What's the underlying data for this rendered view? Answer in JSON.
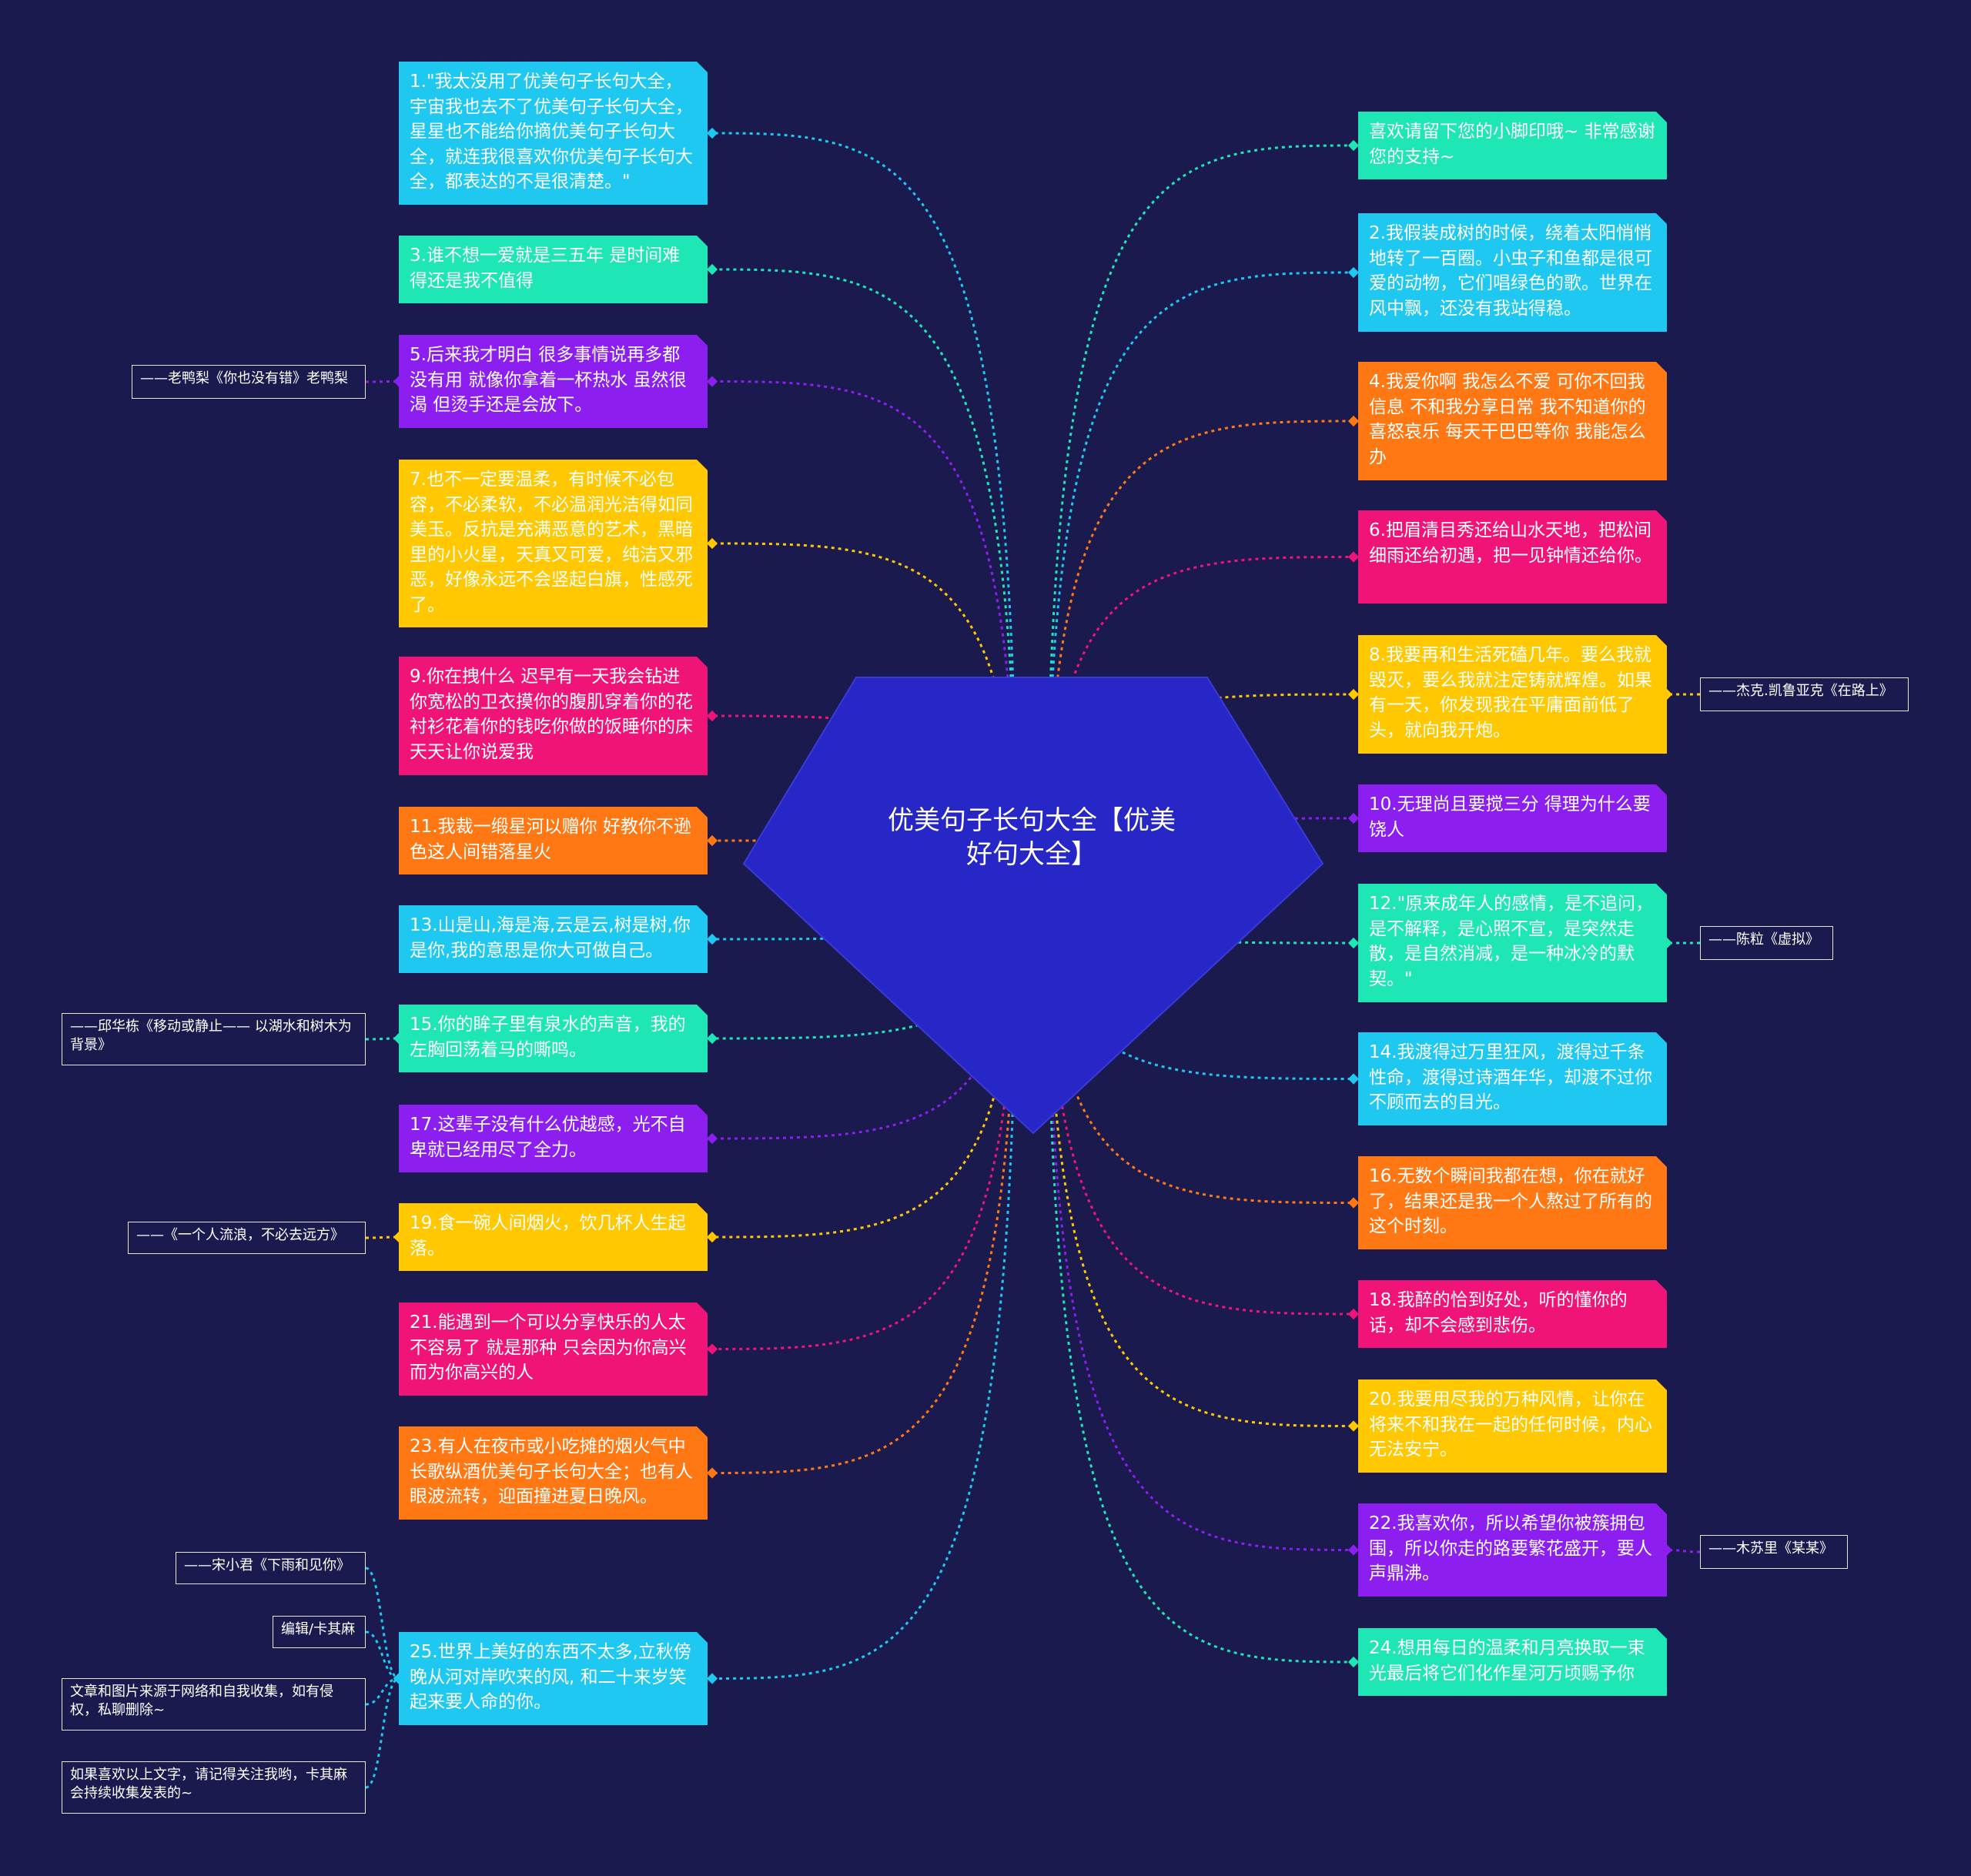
{
  "colors": {
    "background": "#1a1a4f",
    "center": "#2727c8"
  },
  "center": {
    "title": "优美句子长句大全【优美好句大全】"
  },
  "left": [
    {
      "text": "1.\"我太没用了优美句子长句大全，宇宙我也去不了优美句子长句大全，星星也不能给你摘优美句子长句大全，就连我很喜欢你优美句子长句大全，都表达的不是很清楚。\"",
      "color": "#1ec8f0"
    },
    {
      "text": "3.谁不想一爱就是三五年 是时间难得还是我不值得",
      "color": "#1ee6b4"
    },
    {
      "text": "5.后来我才明白 很多事情说再多都没有用 就像你拿着一杯热水 虽然很渴 但烫手还是会放下。",
      "color": "#8c1ef0"
    },
    {
      "text": "7.也不一定要温柔，有时候不必包容，不必柔软，不必温润光洁得如同美玉。反抗是充满恶意的艺术，黑暗里的小火星，天真又可爱，纯洁又邪恶，好像永远不会竖起白旗，性感死了。",
      "color": "#ffc800"
    },
    {
      "text": "9.你在拽什么 迟早有一天我会钻进你宽松的卫衣摸你的腹肌穿着你的花衬衫花着你的钱吃你做的饭睡你的床 天天让你说爱我",
      "color": "#f01478"
    },
    {
      "text": "11.我裁一缎星河以赠你 好教你不逊色这人间错落星火",
      "color": "#ff7814"
    },
    {
      "text": "13.山是山,海是海,云是云,树是树,你是你,我的意思是你大可做自己。",
      "color": "#1ec8f0"
    },
    {
      "text": "15.你的眸子里有泉水的声音，我的左胸回荡着马的嘶鸣。",
      "color": "#1ee6b4"
    },
    {
      "text": "17.这辈子没有什么优越感，光不自卑就已经用尽了全力。",
      "color": "#8c1ef0"
    },
    {
      "text": "19.食一碗人间烟火，饮几杯人生起落。",
      "color": "#ffc800"
    },
    {
      "text": "21.能遇到一个可以分享快乐的人太不容易了 就是那种 只会因为你高兴而为你高兴的人",
      "color": "#f01478"
    },
    {
      "text": "23.有人在夜市或小吃摊的烟火气中长歌纵酒优美句子长句大全；也有人眼波流转，迎面撞进夏日晚风。",
      "color": "#ff7814"
    },
    {
      "text": "25.世界上美好的东西不太多,立秋傍晚从河对岸吹来的风, 和二十来岁笑起来要人命的你。",
      "color": "#1ec8f0"
    }
  ],
  "right": [
    {
      "text": "喜欢请留下您的小脚印哦~ 非常感谢您的支持~",
      "color": "#1ee6b4"
    },
    {
      "text": "2.我假装成树的时候，绕着太阳悄悄地转了一百圈。小虫子和鱼都是很可爱的动物，它们唱绿色的歌。世界在风中飘，还没有我站得稳。",
      "color": "#1ec8f0"
    },
    {
      "text": "4.我爱你啊 我怎么不爱 可你不回我信息 不和我分享日常 我不知道你的喜怒哀乐 每天干巴巴等你 我能怎么办",
      "color": "#ff7814"
    },
    {
      "text": "6.把眉清目秀还给山水天地，把松间细雨还给初遇，把一见钟情还给你。",
      "color": "#f01478"
    },
    {
      "text": "8.我要再和生活死磕几年。要么我就毁灭，要么我就注定铸就辉煌。如果有一天，你发现我在平庸面前低了头，就向我开炮。",
      "color": "#ffc800"
    },
    {
      "text": "10.无理尚且要搅三分 得理为什么要饶人",
      "color": "#8c1ef0"
    },
    {
      "text": "12.\"原来成年人的感情，是不追问，是不解释，是心照不宣，是突然走散，是自然消减，是一种冰冷的默契。\"",
      "color": "#1ee6b4"
    },
    {
      "text": "14.我渡得过万里狂风，渡得过千条性命，渡得过诗酒年华，却渡不过你不顾而去的目光。",
      "color": "#1ec8f0"
    },
    {
      "text": "16.无数个瞬间我都在想，你在就好了，结果还是我一个人熬过了所有的这个时刻。",
      "color": "#ff7814"
    },
    {
      "text": "18.我醉的恰到好处，听的懂你的话，却不会感到悲伤。",
      "color": "#f01478"
    },
    {
      "text": "20.我要用尽我的万种风情，让你在将来不和我在一起的任何时候，内心无法安宁。",
      "color": "#ffc800"
    },
    {
      "text": "22.我喜欢你，所以希望你被簇拥包围，所以你走的路要繁花盛开，要人声鼎沸。",
      "color": "#8c1ef0"
    },
    {
      "text": "24.想用每日的温柔和月亮换取一束光最后将它们化作星河万顷赐予你",
      "color": "#1ee6b4"
    }
  ],
  "notes": [
    {
      "text": "——老鸭梨《你也没有错》老鸭梨",
      "attach": "left-2"
    },
    {
      "text": "——邱华栋《移动或静止—— 以湖水和树木为背景》",
      "attach": "left-7"
    },
    {
      "text": "——《一个人流浪，不必去远方》",
      "attach": "left-9"
    },
    {
      "text": "——宋小君《下雨和见你》",
      "attach": "left-12"
    },
    {
      "text": "编辑/卡其麻",
      "attach": "left-12"
    },
    {
      "text": "文章和图片来源于网络和自我收集，如有侵权，私聊删除~",
      "attach": "left-12"
    },
    {
      "text": "如果喜欢以上文字，请记得关注我哟，卡其麻会持续收集发表的~",
      "attach": "left-12"
    },
    {
      "text": "——杰克.凯鲁亚克《在路上》",
      "attach": "right-4"
    },
    {
      "text": "——陈粒《虚拟》",
      "attach": "right-6"
    },
    {
      "text": "——木苏里《某某》",
      "attach": "right-11"
    }
  ]
}
